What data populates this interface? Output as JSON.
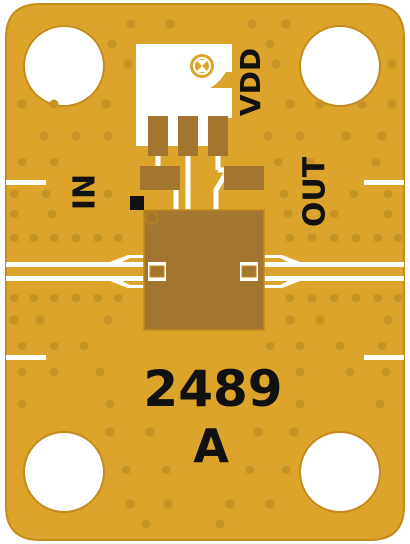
{
  "board": {
    "colors": {
      "copper": "#dca42b",
      "copper_edge": "#c38a1c",
      "via": "#c69424",
      "white": "#ffffff",
      "chip": "#a3752f",
      "pad": "#a3752f",
      "silk": "#111111"
    },
    "labels": {
      "vdd": "VDD",
      "in": "IN",
      "out": "OUT",
      "part_number": "2489",
      "revision": "A"
    }
  }
}
